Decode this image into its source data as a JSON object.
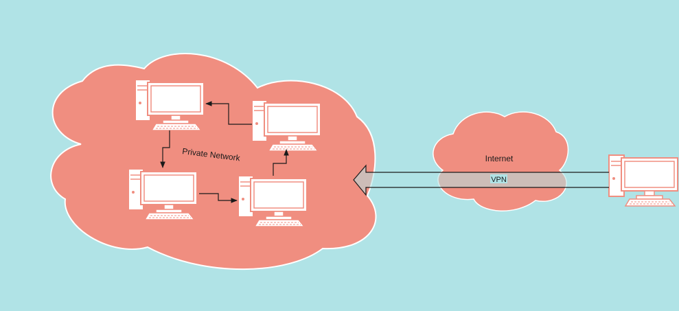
{
  "diagram": {
    "background": "#b0e3e6",
    "cloud_fill": "#f08e80",
    "computer_fill": "#ffffff",
    "line_color": "#1a1a1a",
    "private_network": {
      "label": "Private Network"
    },
    "internet": {
      "label": "Internet"
    },
    "vpn": {
      "label": "VPN",
      "label_bg": "#b0e3e6"
    },
    "computers": [
      {
        "name": "private-computer-1"
      },
      {
        "name": "private-computer-2"
      },
      {
        "name": "private-computer-3"
      },
      {
        "name": "private-computer-4"
      },
      {
        "name": "remote-computer"
      }
    ]
  }
}
